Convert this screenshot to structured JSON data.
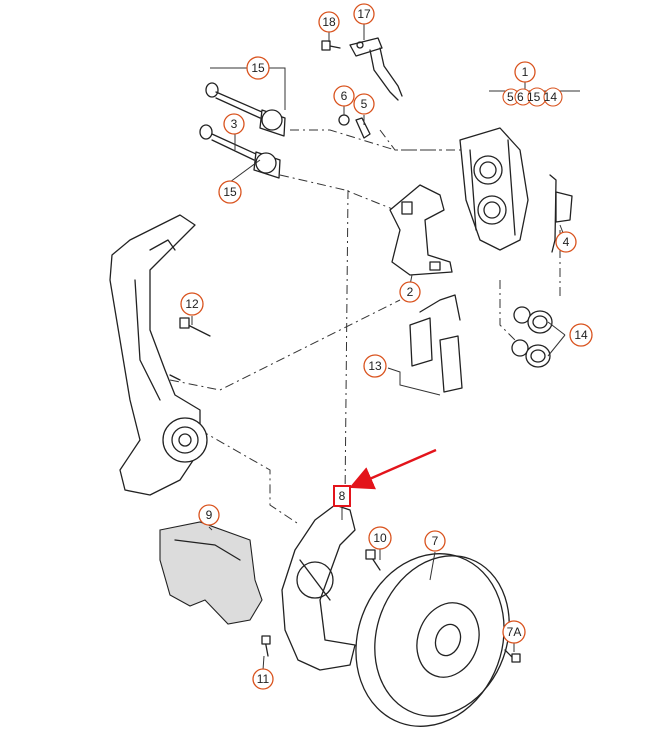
{
  "labels": {
    "l18": "18",
    "l17": "17",
    "l15a": "15",
    "l15b": "15",
    "l3": "3",
    "l6": "6",
    "l5": "5",
    "l1": "1",
    "l1_sub": "5 6 15 14",
    "l4": "4",
    "l2": "2",
    "l12": "12",
    "l13": "13",
    "l14": "14",
    "l8": "8",
    "l9": "9",
    "l10": "10",
    "l7": "7",
    "l7A": "7A",
    "l11": "11"
  },
  "colors": {
    "callout_ring": "#d9531e",
    "highlight": "#e3141b",
    "line": "#222222"
  }
}
